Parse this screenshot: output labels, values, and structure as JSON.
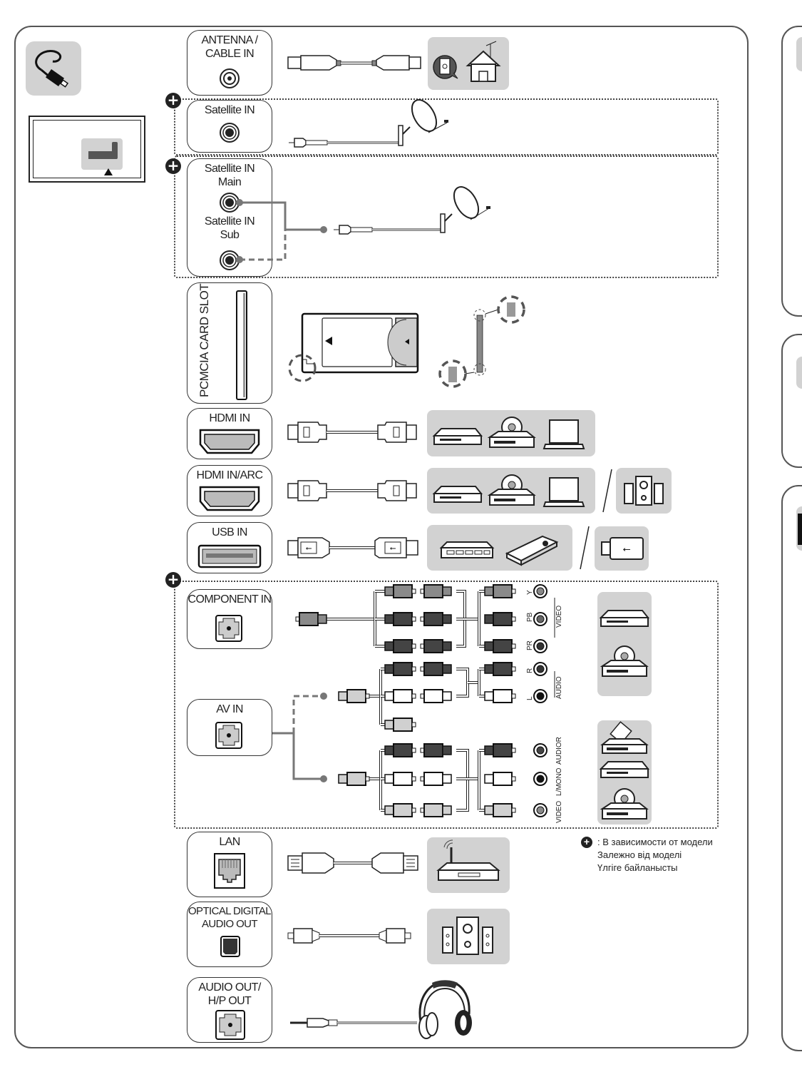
{
  "notes": {
    "optional_marker": "+",
    "model_dependent_lines": [
      ": В зависимости от модели",
      "Залежно від моделі",
      "Үлгіге байланысты"
    ]
  },
  "ports": [
    {
      "id": "antenna",
      "label": "ANTENNA /\nCABLE IN",
      "connector": "coax-socket-icon",
      "cable": "coax-cable-icon",
      "devices": [
        "antenna-house-icon"
      ],
      "optional": false
    },
    {
      "id": "satellite",
      "label": "Satellite IN",
      "connector": "satellite-socket-icon",
      "cable": "satellite-cable-icon",
      "devices": [
        "satellite-dish-icon"
      ],
      "optional": true
    },
    {
      "id": "satellite-dual",
      "label_main": "Satellite IN\nMain",
      "label_sub": "Satellite IN\nSub",
      "connector": "satellite-socket-icon",
      "cable": "satellite-cable-icon",
      "devices": [
        "satellite-dish-icon"
      ],
      "optional": true
    },
    {
      "id": "pcmcia",
      "label": "PCMCIA CARD SLOT",
      "connector": "card-slot-icon",
      "devices": [
        "ci-module-icon",
        "smart-card-icon"
      ],
      "optional": false
    },
    {
      "id": "hdmi",
      "label": "HDMI IN",
      "connector": "hdmi-socket-icon",
      "cable": "hdmi-cable-icon",
      "devices": [
        "set-top-box-icon",
        "dvd-player-icon",
        "laptop-icon"
      ],
      "optional": false
    },
    {
      "id": "hdmi-arc",
      "label": "HDMI IN/ARC",
      "connector": "hdmi-socket-icon",
      "cable": "hdmi-cable-icon",
      "devices": [
        "set-top-box-icon",
        "dvd-player-icon",
        "laptop-icon"
      ],
      "alt_devices": [
        "speaker-system-icon"
      ],
      "optional": false
    },
    {
      "id": "usb",
      "label": "USB IN",
      "connector": "usb-socket-icon",
      "cable": "usb-cable-icon",
      "devices": [
        "usb-hub-icon",
        "external-hdd-icon"
      ],
      "alt_devices": [
        "usb-stick-icon"
      ],
      "optional": false
    },
    {
      "id": "component",
      "label": "COMPONENT IN",
      "connector": "av-jack-icon",
      "devices": [
        "set-top-box-icon",
        "dvd-player-icon"
      ],
      "optional": true,
      "video_labels": [
        "Y",
        "PB",
        "PR"
      ],
      "video_group": "VIDEO",
      "audio_labels": [
        "R",
        "L"
      ],
      "audio_group": "AUDIO"
    },
    {
      "id": "av",
      "label": "AV IN",
      "connector": "av-jack-icon",
      "devices": [
        "vcr-icon",
        "set-top-box-icon",
        "dvd-player-icon"
      ],
      "optional": true,
      "rca_labels": [
        "AUDIOR",
        "L/MONO",
        "VIDEO"
      ]
    },
    {
      "id": "lan",
      "label": "LAN",
      "connector": "rj45-socket-icon",
      "cable": "lan-cable-icon",
      "devices": [
        "router-icon"
      ],
      "optional": false
    },
    {
      "id": "optical",
      "label": "OPTICAL DIGITAL\nAUDIO OUT",
      "connector": "optical-socket-icon",
      "cable": "optical-cable-icon",
      "devices": [
        "speaker-system-icon"
      ],
      "optional": false
    },
    {
      "id": "audio-out",
      "label": "AUDIO OUT/\nH/P OUT",
      "connector": "headphone-jack-icon",
      "cable": "audio-cable-icon",
      "devices": [
        "headphones-icon"
      ],
      "optional": false
    }
  ],
  "colors": {
    "device_panel": "#d2d2d2",
    "line": "#333333",
    "connector_dark": "#444444",
    "connector_mid": "#8a8a8a",
    "connector_light": "#d0d0d0"
  }
}
